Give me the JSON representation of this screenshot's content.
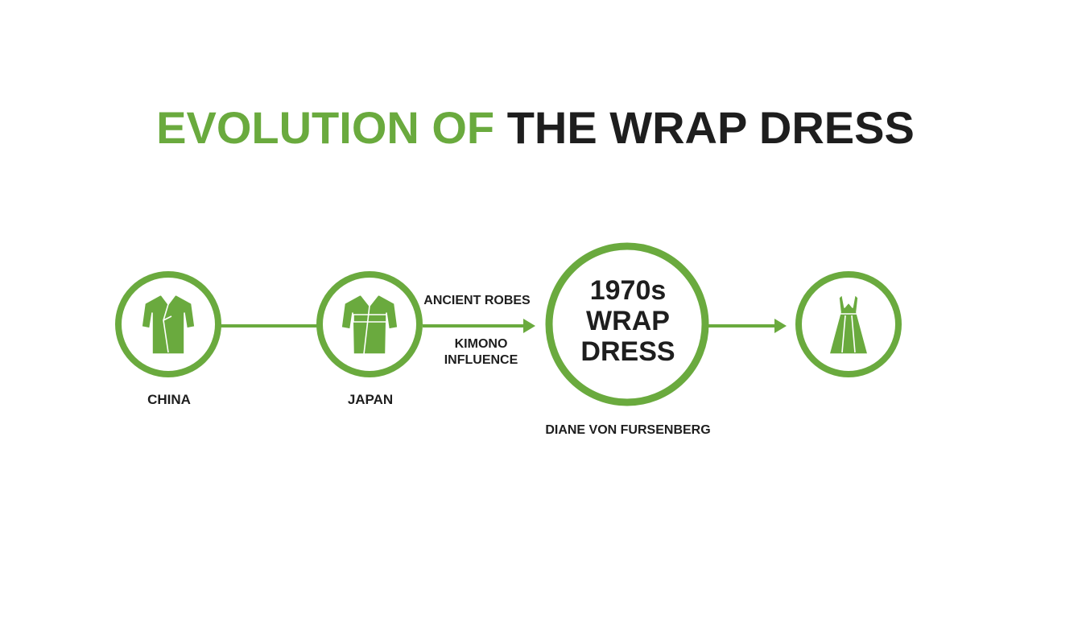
{
  "title": {
    "part1": "EVOLUTION OF",
    "part2": "THE WRAP DRESS"
  },
  "colors": {
    "accent": "#6aaa3e",
    "text": "#1e1e1e",
    "background": "#ffffff"
  },
  "nodes": [
    {
      "id": "china",
      "label": "CHINA",
      "icon": "robe-icon"
    },
    {
      "id": "japan",
      "label": "JAPAN",
      "icon": "kimono-icon"
    },
    {
      "id": "wrap",
      "lines": [
        "1970s",
        "WRAP",
        "DRESS"
      ],
      "caption": "DIANE VON FURSENBERG"
    },
    {
      "id": "modern",
      "label": "",
      "icon": "dress-icon"
    }
  ],
  "edges": {
    "top_label": "ANCIENT ROBES",
    "bottom_label_lines": [
      "KIMONO",
      "INFLUENCE"
    ]
  }
}
